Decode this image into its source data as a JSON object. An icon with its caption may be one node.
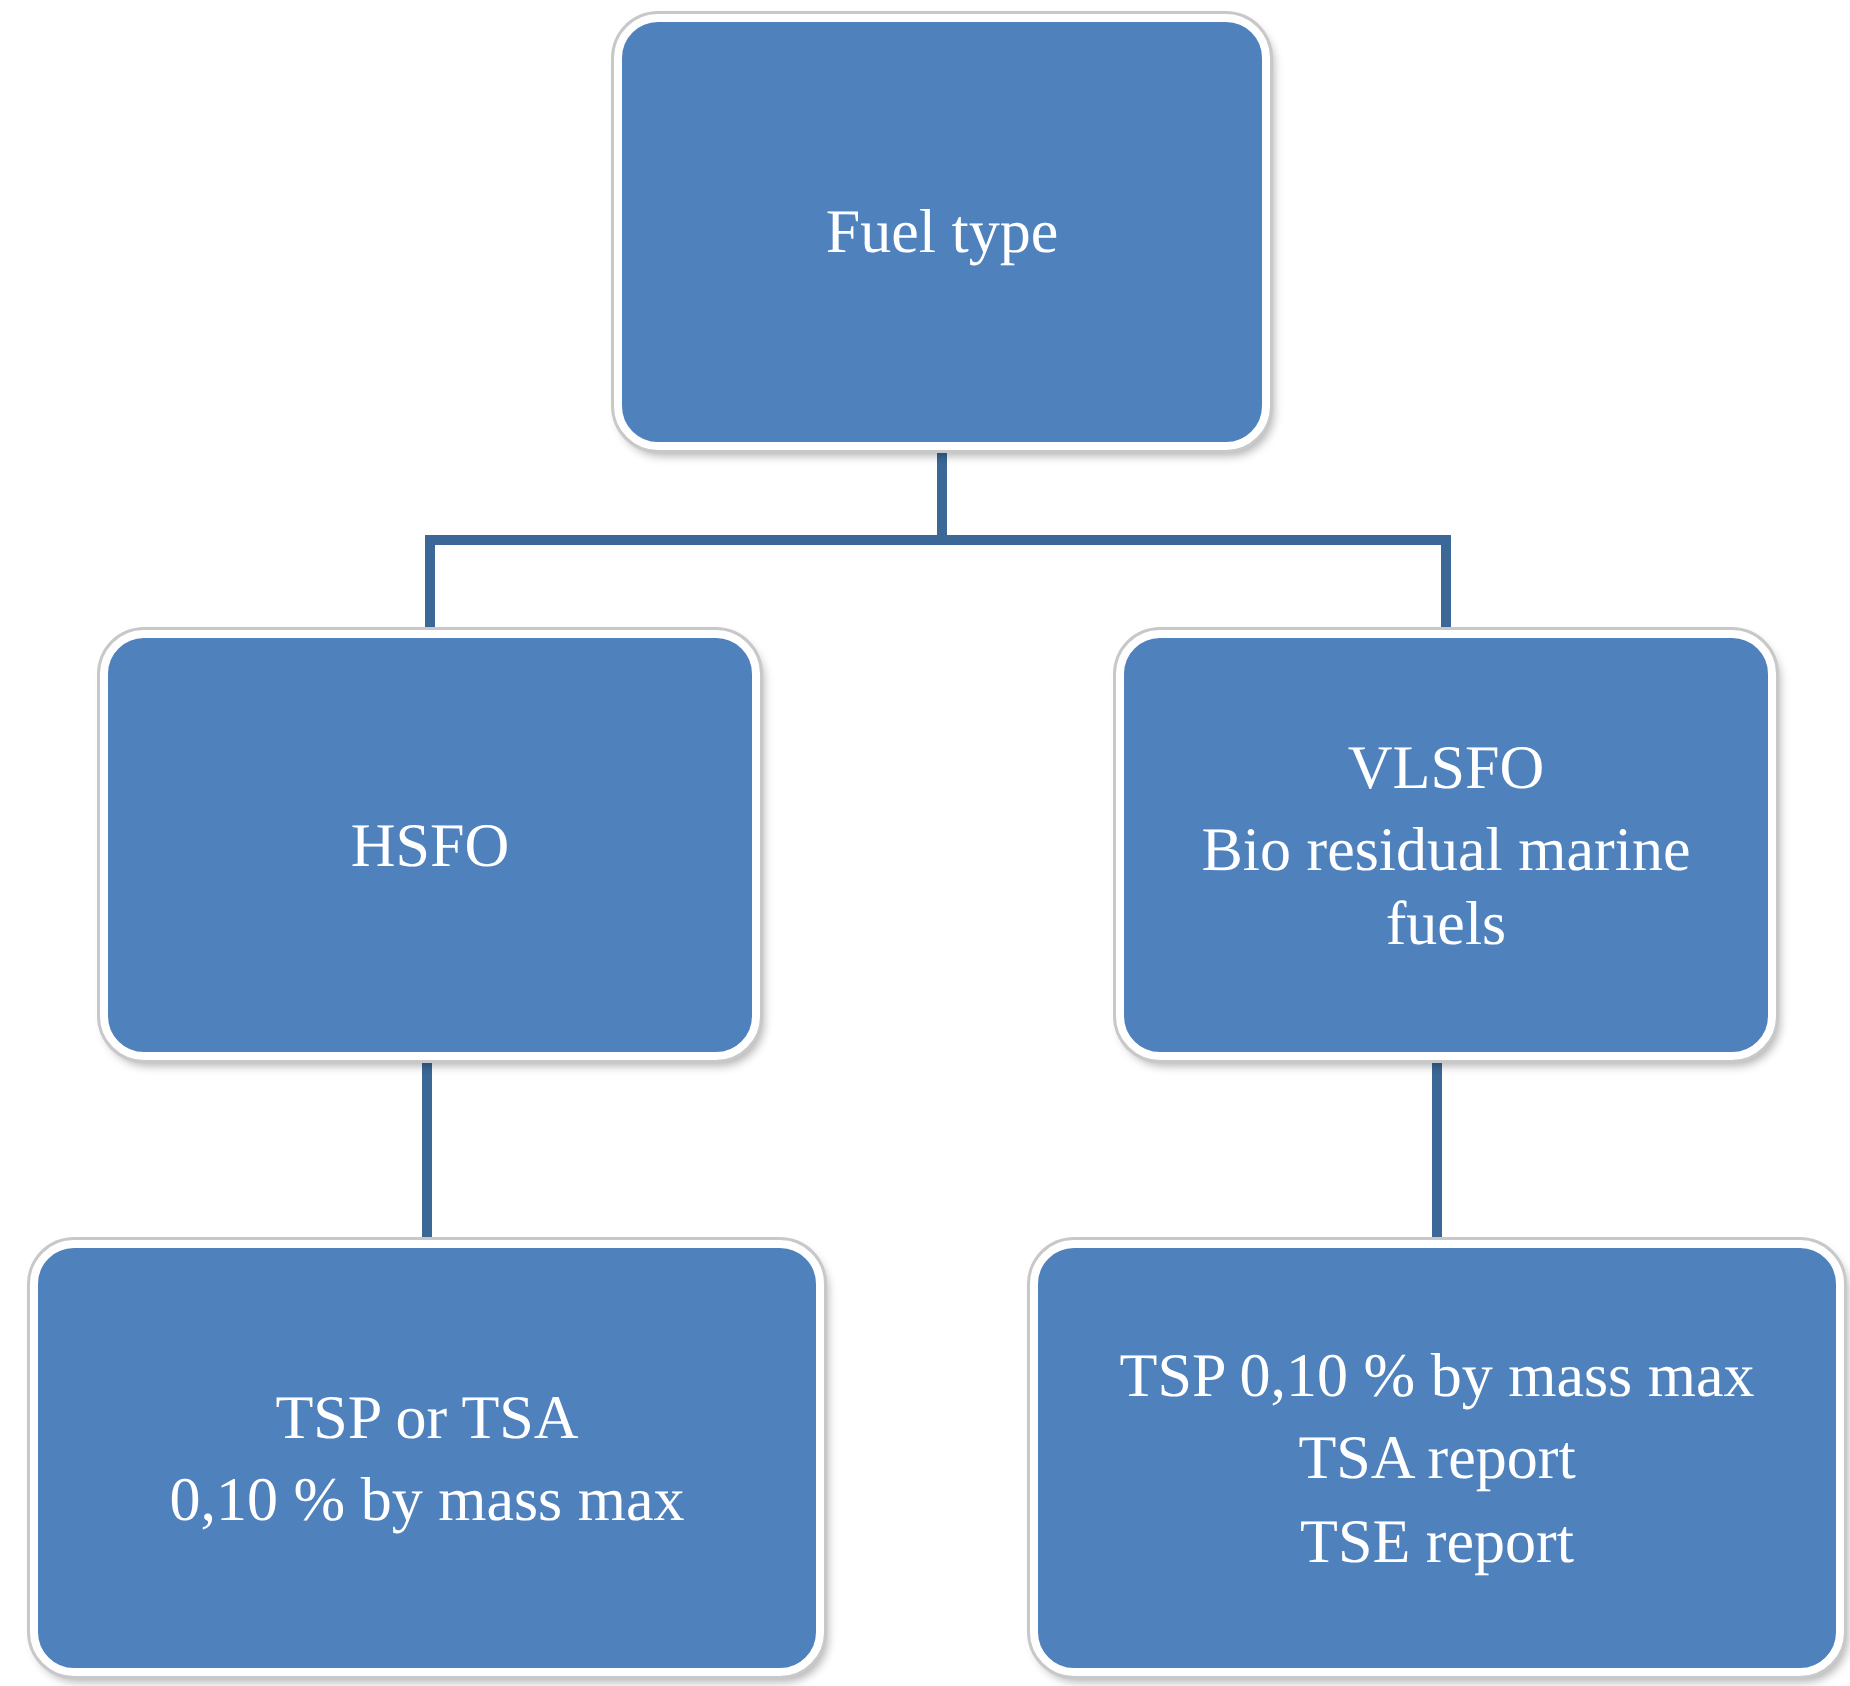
{
  "diagram": {
    "nodes": [
      {
        "text": [
          "Fuel type"
        ]
      },
      {
        "text": [
          "HSFO"
        ]
      },
      {
        "text": [
          "VLSFO",
          "Bio residual marine fuels"
        ]
      },
      {
        "text": [
          "TSP or TSA",
          "0,10 % by mass max"
        ]
      },
      {
        "text": [
          "TSP 0,10 % by mass max",
          "TSA report",
          "TSE report"
        ]
      }
    ],
    "edges": [
      {
        "from": 0,
        "to": 1,
        "arrow": "none"
      },
      {
        "from": 0,
        "to": 2,
        "arrow": "none"
      },
      {
        "from": 1,
        "to": 3,
        "arrow": "none"
      },
      {
        "from": 2,
        "to": 4,
        "arrow": "none"
      }
    ]
  }
}
